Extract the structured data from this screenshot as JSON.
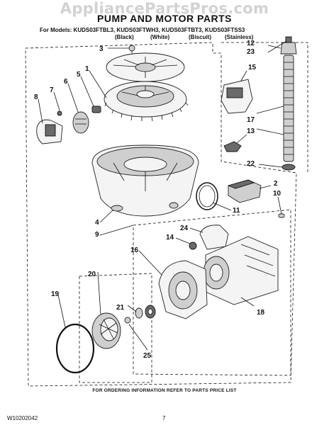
{
  "watermark": "AppliancePartsPros.com",
  "title": "PUMP AND MOTOR PARTS",
  "models_line": "For Models: KUDS03FTBL3, KUDS03FTWH3, KUDS03FTBT3, KUDS03FTSS3",
  "variants": [
    "(Black)",
    "(White)",
    "(Biscuit)",
    "(Stainless)"
  ],
  "callouts": [
    "1",
    "2",
    "3",
    "4",
    "5",
    "6",
    "7",
    "8",
    "9",
    "10",
    "11",
    "12",
    "13",
    "14",
    "15",
    "16",
    "17",
    "18",
    "19",
    "20",
    "21",
    "22",
    "23",
    "24",
    "25"
  ],
  "footer_note": "FOR ORDERING INFORMATION REFER TO PARTS PRICE LIST",
  "doc_id": "W10202042",
  "page_number": "7"
}
